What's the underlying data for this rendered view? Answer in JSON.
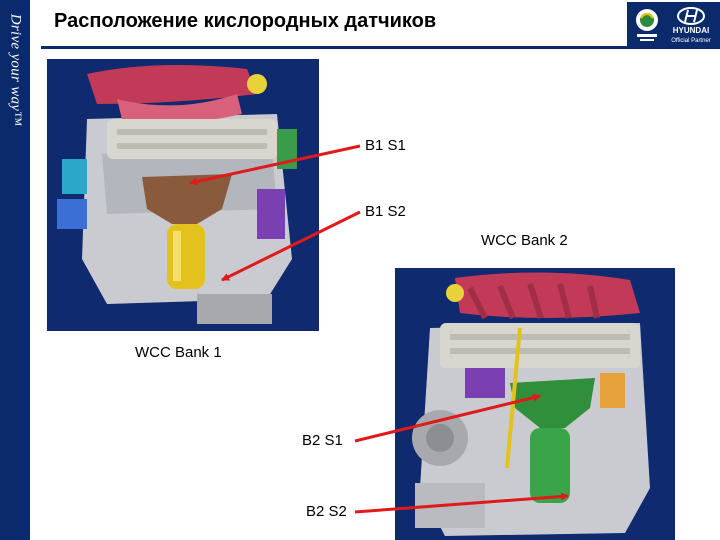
{
  "slide": {
    "title": "Расположение кислородных датчиков",
    "sidebar_brand": "Drive your way™",
    "logos": {
      "partner_text": "Official Partner",
      "brand": "HYUNDAI"
    }
  },
  "labels": {
    "b1s1": "B1 S1",
    "b1s2": "B1 S2",
    "wcc_bank2": "WCC Bank 2",
    "wcc_bank1": "WCC Bank 1",
    "b2s1": "B2 S1",
    "b2s2": "B2 S2"
  },
  "colors": {
    "navy": "#0b2a6b",
    "arrow": "#e01a1a",
    "photo_bg": "#0f2a6e"
  }
}
